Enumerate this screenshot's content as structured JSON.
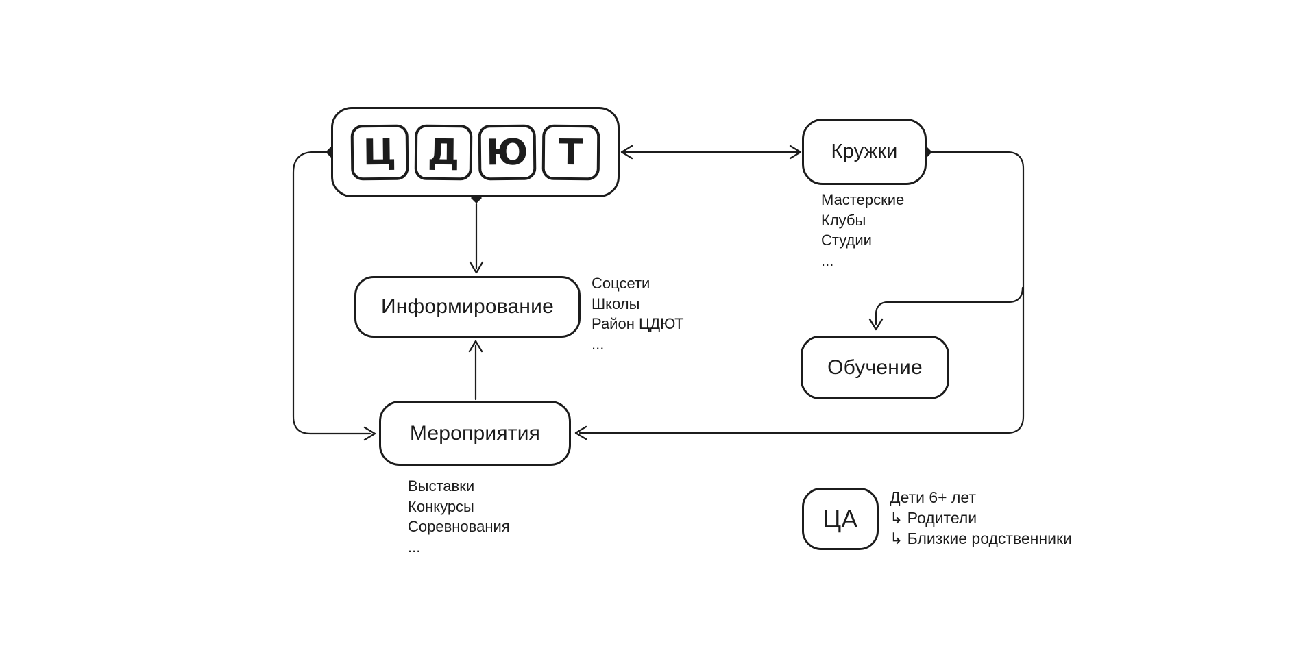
{
  "colors": {
    "ink": "#1c1c1c",
    "background": "#ffffff"
  },
  "diagram": {
    "logo": {
      "name": "ЦДЮТ",
      "letters": [
        "Ц",
        "Д",
        "Ю",
        "Т"
      ]
    },
    "kruzhki": {
      "label": "Кружки",
      "details": [
        "Мастерские",
        "Клубы",
        "Студии",
        "..."
      ]
    },
    "informirovanie": {
      "label": "Информирование",
      "details": [
        "Соцсети",
        "Школы",
        "Район ЦДЮТ",
        "..."
      ]
    },
    "obuchenie": {
      "label": "Обучение"
    },
    "meropriyatiya": {
      "label": "Мероприятия",
      "details": [
        "Выставки",
        "Конкурсы",
        "Соревнования",
        "..."
      ]
    },
    "target_audience": {
      "label": "ЦА",
      "details": [
        "Дети 6+ лет",
        "↳ Родители",
        "↳ Близкие родственники"
      ]
    }
  }
}
